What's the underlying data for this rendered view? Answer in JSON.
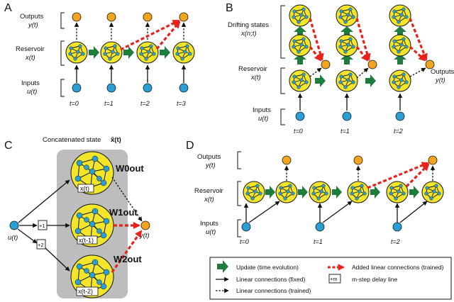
{
  "colors": {
    "reservoir_fill": "#f2e52a",
    "node_fill": "#2a9fd6",
    "output_fill": "#f2a41e",
    "update_arrow": "#1e7c3c",
    "trained_added": "#e8221b",
    "concat_box": "#bdbdbd",
    "link": "#111111"
  },
  "panels": {
    "A": {
      "letter": "A",
      "labels": {
        "outputs": "Outputs",
        "outputs_sym": "y(t)",
        "reservoir": "Reservoir",
        "reservoir_sym": "x(t)",
        "inputs": "Inputs",
        "inputs_sym": "u(t)"
      },
      "ticks": [
        "t=0",
        "t=1",
        "t=2",
        "t=3"
      ]
    },
    "B": {
      "letter": "B",
      "labels": {
        "drifting": "Drifting states",
        "drifting_sym": "x(n;t)",
        "reservoir": "Reservoir",
        "reservoir_sym": "x(t)",
        "inputs": "Inputs",
        "inputs_sym": "u(t)",
        "outputs": "Outputs",
        "outputs_sym": "y(t)"
      },
      "ticks": [
        "t=0",
        "t=1",
        "t=2"
      ]
    },
    "C": {
      "letter": "C",
      "title": "Concatenated state",
      "title_sym": "x̂(t)",
      "state_labels": [
        "x(t)",
        "x(t-1)",
        "x(t-2)"
      ],
      "delays": [
        "+1",
        "+2"
      ],
      "input_sym": "u(t)",
      "output_sym": "y(t)",
      "weights": [
        "W0out",
        "W1out",
        "W2out"
      ]
    },
    "D": {
      "letter": "D",
      "labels": {
        "outputs": "Outputs",
        "outputs_sym": "y(t)",
        "reservoir": "Reservoir",
        "reservoir_sym": "x(t)",
        "inputs": "Inputs",
        "inputs_sym": "u(t)"
      },
      "ticks": [
        "t=0",
        "t=1",
        "t=2"
      ]
    }
  },
  "legend": {
    "update": "Update (time evolution)",
    "fixed": "Linear connections (fixed)",
    "trained": "Linear connections (trained)",
    "added": "Added linear connections (trained)",
    "delay_box": "+m",
    "delay_text": "m-step delay line"
  }
}
